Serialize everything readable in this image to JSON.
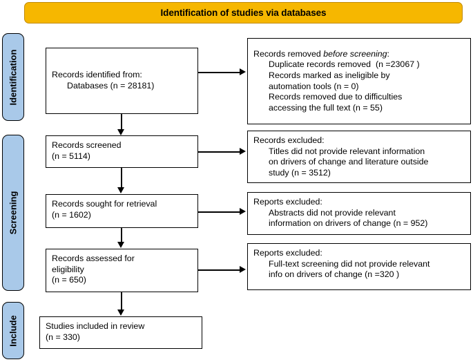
{
  "banner": {
    "title": "Identification of studies via databases"
  },
  "phases": [
    {
      "id": "identification",
      "label": "Identification"
    },
    {
      "id": "screening",
      "label": "Screening"
    },
    {
      "id": "include",
      "label": "Include"
    }
  ],
  "boxes": {
    "identified": {
      "line1": "Records identified from:",
      "line2": "Databases (n = 28181)"
    },
    "removed": {
      "line1_a": "Records removed ",
      "line1_italic": "before screening",
      "line1_b": ":",
      "line2": "Duplicate records removed  (n =23067 )",
      "line3": "Records marked as ineligible by",
      "line4": "automation tools (n = 0)",
      "line5": "Records removed due to difficulties",
      "line6": "accessing the full text (n = 55)"
    },
    "screened": {
      "line1": "Records screened",
      "line2": "(n = 5114)"
    },
    "excluded_titles": {
      "line1": "Records excluded:",
      "line2": "Titles did not provide relevant information",
      "line3": "on drivers of change and literature outside",
      "line4": "study (n = 3512)"
    },
    "sought": {
      "line1": "Records sought for retrieval",
      "line2": "(n = 1602)"
    },
    "excluded_abstracts": {
      "line1": "Reports excluded:",
      "line2": "Abstracts did not provide relevant",
      "line3": "information on drivers of change (n = 952)"
    },
    "assessed": {
      "line1": "Records assessed for",
      "line2": "eligibility",
      "line3": "(n = 650)"
    },
    "excluded_fulltext": {
      "line1": "Reports excluded:",
      "line2": "Full-text screening did not provide relevant",
      "line3": "info on drivers of change (n =320 )"
    },
    "included": {
      "line1": "Studies included in review",
      "line2": "(n = 330)"
    }
  },
  "colors": {
    "banner_fill": "#F6B700",
    "banner_border": "#C08A06",
    "phase_fill": "#A9C9E9",
    "box_border": "#000000",
    "box_fill": "#FFFFFF"
  }
}
